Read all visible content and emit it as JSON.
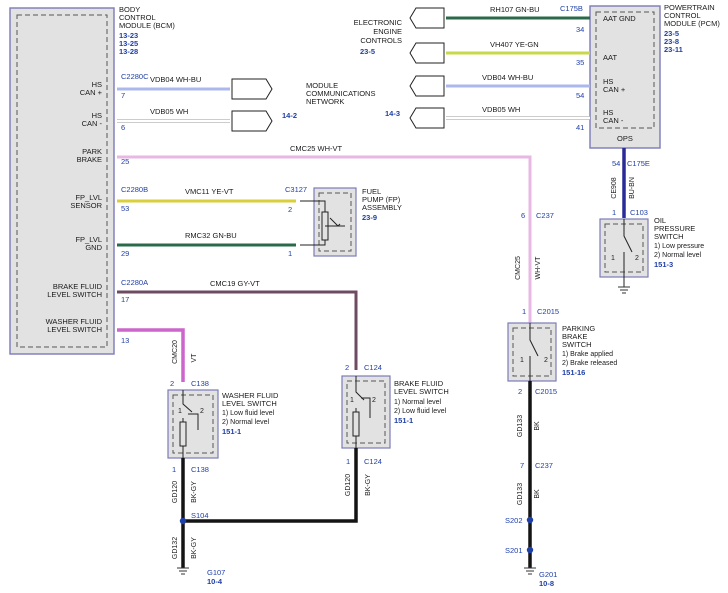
{
  "bcm": {
    "title_lines": [
      "BODY",
      "CONTROL",
      "MODULE (BCM)"
    ],
    "refs": [
      "13-23",
      "13-25",
      "13-28"
    ],
    "pins": [
      {
        "label_lines": [
          "HS",
          "CAN +"
        ],
        "pin": "7",
        "connector": "C2280C"
      },
      {
        "label_lines": [
          "HS",
          "CAN -"
        ],
        "pin": "6",
        "connector": ""
      },
      {
        "label_lines": [
          "PARK",
          "BRAKE"
        ],
        "pin": "25",
        "connector": ""
      },
      {
        "label_lines": [
          "FP_LVL",
          "SENSOR"
        ],
        "pin": "53",
        "connector": "C2280B"
      },
      {
        "label_lines": [
          "FP_LVL",
          "GND"
        ],
        "pin": "29",
        "connector": ""
      },
      {
        "label_lines": [
          "BRAKE FLUID",
          "LEVEL SWITCH"
        ],
        "pin": "17",
        "connector": "C2280A"
      },
      {
        "label_lines": [
          "WASHER FLUID",
          "LEVEL SWITCH"
        ],
        "pin": "13",
        "connector": ""
      }
    ]
  },
  "pcm": {
    "title_lines": [
      "POWERTRAIN",
      "CONTROL",
      "MODULE (PCM)"
    ],
    "refs": [
      "23-5",
      "23-8",
      "23-11"
    ],
    "connector_top": "C175B",
    "connector_bottom": "C175E",
    "labels": [
      "AAT GND",
      "AAT",
      "HS",
      "CAN +",
      "HS",
      "CAN -",
      "OPS"
    ],
    "pins": [
      "34",
      "35",
      "54",
      "41",
      "54"
    ]
  },
  "eec": {
    "title_lines": [
      "ELECTRONIC",
      "ENGINE",
      "CONTROLS"
    ],
    "ref": "23-5"
  },
  "mcn_left": {
    "title_lines": [
      "MODULE",
      "COMMUNICATIONS",
      "NETWORK"
    ],
    "ref": "14-2"
  },
  "mcn_right": {
    "ref": "14-3"
  },
  "wires": {
    "vdb04_l": "VDB04   WH-BU",
    "vdb05_l": "VDB05   WH",
    "cmc25": "CMC25   WH-VT",
    "vmc11": "VMC11   YE-VT",
    "rmc32": "RMC32   GN-BU",
    "cmc19": "CMC19   GY-VT",
    "rh107": "RH107   GN-BU",
    "vh407": "VH407   YE-GN",
    "vdb04_r": "VDB04   WH-BU",
    "vdb05_r": "VDB05   WH",
    "ce908": "CE908",
    "bu_bn": "BU-BN",
    "cmc25_v": "CMC25",
    "wh_vt": "WH-VT",
    "cmc20": "CMC20",
    "vt": "VT",
    "gd120_a": "GD120",
    "bkgy_a": "BK-GY",
    "gd120_b": "GD120",
    "bkgy_b": "BK-GY",
    "gd132": "GD132",
    "bkgy_c": "BK-GY",
    "gd133_a": "GD133",
    "bk_a": "BK",
    "gd133_b": "GD133",
    "bk_b": "BK"
  },
  "fuel_pump": {
    "title_lines": [
      "FUEL",
      "PUMP (FP)",
      "ASSEMBLY"
    ],
    "ref": "23-9",
    "connector": "C3127",
    "pins": [
      "2",
      "1"
    ]
  },
  "ops_switch": {
    "title_lines": [
      "OIL",
      "PRESSURE",
      "SWITCH"
    ],
    "legend": [
      "1) Low pressure",
      "2) Normal level"
    ],
    "ref": "151-3",
    "connector": "C103",
    "pin": "1",
    "contacts": [
      "1",
      "2"
    ]
  },
  "parking_switch": {
    "title_lines": [
      "PARKING",
      "BRAKE",
      "SWITCH"
    ],
    "legend": [
      "1) Brake applied",
      "2) Brake released"
    ],
    "ref": "151-16",
    "connector_top": "C2015",
    "connector_bottom": "C2015",
    "pin_top": "1",
    "pin_bottom": "2",
    "contacts": [
      "1",
      "2"
    ]
  },
  "washer_switch": {
    "title_lines": [
      "WASHER FLUID",
      "LEVEL SWITCH"
    ],
    "legend": [
      "1) Low fluid level",
      "2) Normal level"
    ],
    "ref": "151-1",
    "connector_top": "C138",
    "connector_bottom": "C138",
    "pin_top": "2",
    "pin_bottom": "1",
    "contacts": [
      "1",
      "2"
    ]
  },
  "brake_fluid_switch": {
    "title_lines": [
      "BRAKE FLUID",
      "LEVEL SWITCH"
    ],
    "legend": [
      "1) Normal level",
      "2) Low fluid level"
    ],
    "ref": "151-1",
    "connector_top": "C124",
    "connector_bottom": "C124",
    "pin_top": "2",
    "pin_bottom": "1",
    "contacts": [
      "1",
      "2"
    ]
  },
  "c237": {
    "label": "C237",
    "pin_top": "6",
    "pin_bottom": "7"
  },
  "splices": {
    "s104": "S104",
    "s202": "S202",
    "s201": "S201"
  },
  "grounds": {
    "g107": {
      "name": "G107",
      "ref": "10-4"
    },
    "g201": {
      "name": "G201",
      "ref": "10-8"
    }
  },
  "colors": {
    "wh_vt": "#e7b8e4",
    "ye_vt": "#d9cf3b",
    "gn_bu": "#2a6a4a",
    "gy_vt": "#6e4a63",
    "wh_bu": "#aab8ee",
    "ye_gn": "#c8d84a",
    "bu_bn": "#2a2a99",
    "vt": "#cc66cc",
    "bk": "#141414",
    "frame": "#7c7ab8",
    "ref_blue": "#1f3fa8"
  }
}
